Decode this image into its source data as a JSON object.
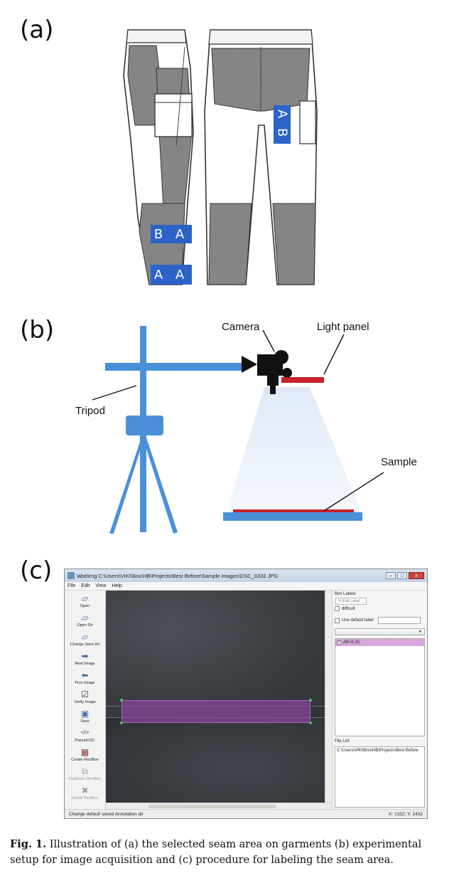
{
  "panels": {
    "a": {
      "letter": "(a)",
      "labels": [
        "B A",
        "A A",
        "A B"
      ]
    },
    "b": {
      "letter": "(b)",
      "camera": "Camera",
      "light_panel": "Light panel",
      "tripod": "Tripod",
      "sample": "Sample"
    },
    "c": {
      "letter": "(c)"
    }
  },
  "app": {
    "title": "labelImg C:\\Users\\VIKI\\Box\\HB\\Projects\\Best Before\\Sample images\\DSC_0332.JPG",
    "window_buttons": [
      "–",
      "□",
      "x"
    ],
    "menu": [
      "File",
      "Edit",
      "View",
      "Help"
    ],
    "tools": [
      {
        "label": "Open",
        "icon": "folder-open-icon",
        "glyph": "▱"
      },
      {
        "label": "Open Dir",
        "icon": "folder-dir-icon",
        "glyph": "▱"
      },
      {
        "label": "Change Save Dir",
        "icon": "folder-save-icon",
        "glyph": "▱"
      },
      {
        "label": "Next Image",
        "icon": "arrow-right-icon",
        "glyph": "➡"
      },
      {
        "label": "Prev Image",
        "icon": "arrow-left-icon",
        "glyph": "⬅"
      },
      {
        "label": "Verify Image",
        "icon": "verify-check-icon",
        "glyph": "☑"
      },
      {
        "label": "Save",
        "icon": "floppy-save-icon",
        "glyph": "▣"
      },
      {
        "label": "PascalVOC",
        "icon": "code-format-icon",
        "glyph": "</>"
      },
      {
        "label": "Create RectBox",
        "icon": "create-rect-icon",
        "glyph": "▦"
      },
      {
        "label": "Duplicate RectBox",
        "icon": "duplicate-rect-icon",
        "glyph": "⧉"
      },
      {
        "label": "Delete RectBox",
        "icon": "delete-rect-icon",
        "glyph": "✖"
      }
    ],
    "box_labels": {
      "title": "Box Labels",
      "edit_label": "Edit Label",
      "difficult": "difficult",
      "use_default_label": "Use default label",
      "items": [
        "AB-G-15"
      ]
    },
    "file_list": {
      "title": "File List",
      "path": "C:\\Users\\VIKI\\Box\\HB\\Projects\\Best Before"
    },
    "status_left": "Change default saved Annotation dir",
    "status_right": "X: 1332; Y: 1432"
  },
  "caption": {
    "label": "Fig. 1.",
    "text": " Illustration of (a) the selected seam area on garments (b) experimental setup for image acquisition and (c) procedure for labeling the seam area."
  },
  "colors": {
    "seam_blue": "#2b63c9",
    "rig_blue": "#4a90d9",
    "light_red": "#c8202a",
    "bbox_purple": "#9646aa"
  }
}
